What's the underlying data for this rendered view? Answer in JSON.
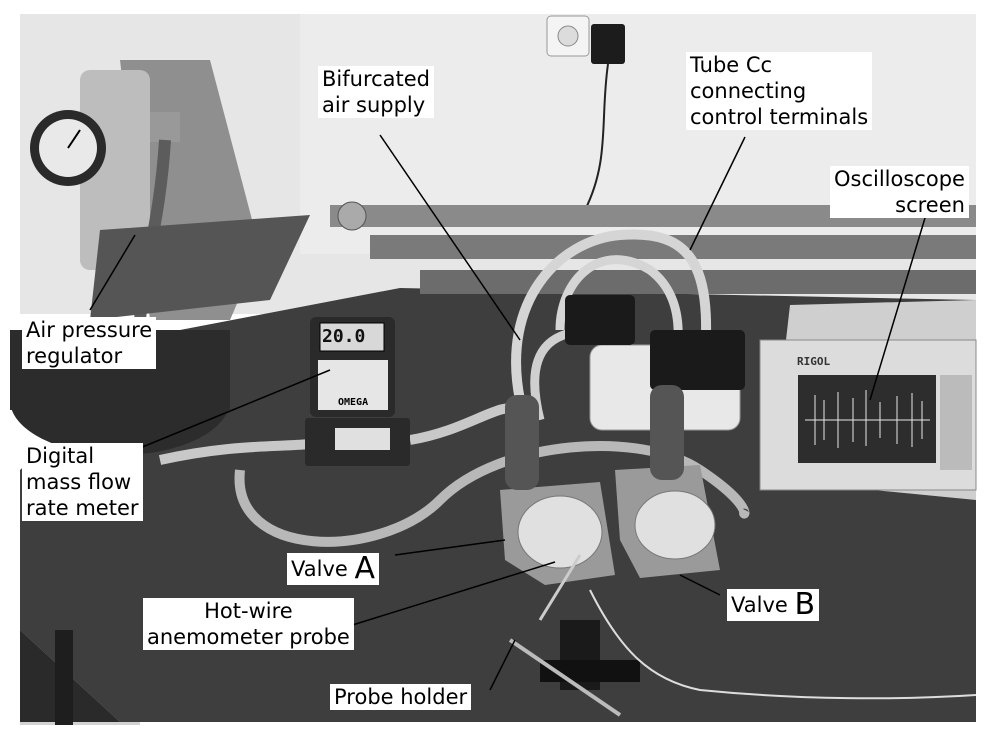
{
  "labels": {
    "bifurcated_air_supply": [
      "Bifurcated",
      "air supply"
    ],
    "tube_cc": [
      "Tube Cc",
      "connecting",
      "control terminals"
    ],
    "oscilloscope_screen": [
      "Oscilloscope",
      "screen"
    ],
    "air_pressure_regulator": [
      "Air pressure",
      "regulator"
    ],
    "digital_mass_flow_rate_meter": [
      "Digital",
      "mass flow",
      "rate meter"
    ],
    "valve_a": {
      "word": "Valve",
      "letter": "A"
    },
    "valve_b": {
      "word": "Valve",
      "letter": "B"
    },
    "hot_wire_probe": [
      "Hot-wire",
      "anemometer probe"
    ],
    "probe_holder": "Probe holder"
  },
  "device_text": {
    "meter_display": "20.0",
    "meter_brand": "OMEGA",
    "oscilloscope_brand": "RIGOL"
  },
  "colors": {
    "background": "#ffffff",
    "wall": "#e8e8e8",
    "table": "#3c3c3c",
    "tube": "#c8c8c8",
    "label_bg": "#ffffff"
  }
}
